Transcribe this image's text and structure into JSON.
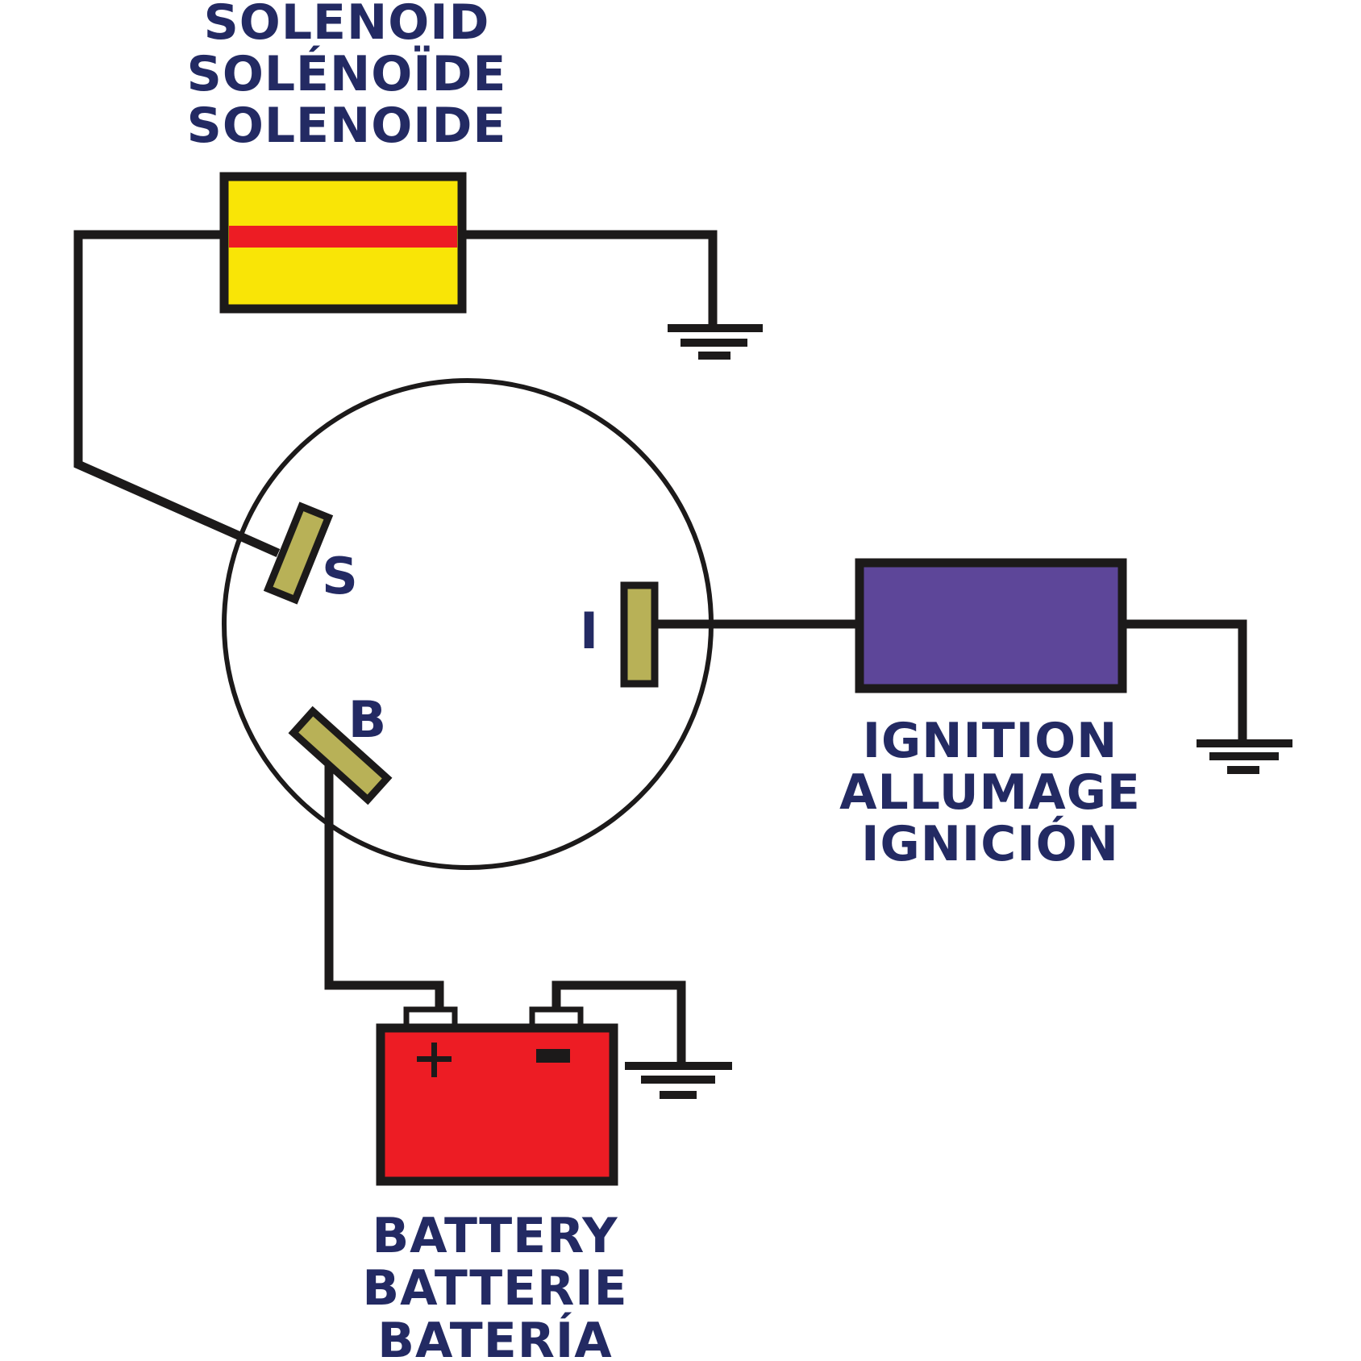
{
  "colors": {
    "text": "#232a63",
    "wire": "#1c1a1a",
    "solenoid_fill": "#f9e506",
    "solenoid_band": "#ed1c24",
    "ignition_fill": "#5d4699",
    "terminal_fill": "#b8b157",
    "battery_fill": "#ed1c24",
    "background": "#ffffff"
  },
  "solenoid": {
    "label_lines": [
      "SOLENOID",
      "SOLÉNOÏDE",
      "SOLENOIDE"
    ]
  },
  "ignition": {
    "label_lines": [
      "IGNITION",
      "ALLUMAGE",
      "IGNICIÓN"
    ]
  },
  "battery": {
    "label_lines": [
      "BATTERY",
      "BATTERIE",
      "BATERÍA"
    ],
    "positive_symbol": "+",
    "negative_symbol": "−"
  },
  "switch": {
    "terminals": [
      {
        "id": "S",
        "label": "S",
        "connects_to": "solenoid"
      },
      {
        "id": "I",
        "label": "I",
        "connects_to": "ignition"
      },
      {
        "id": "B",
        "label": "B",
        "connects_to": "battery positive"
      }
    ]
  },
  "grounds": [
    "solenoid-ground",
    "ignition-ground",
    "battery-ground"
  ]
}
